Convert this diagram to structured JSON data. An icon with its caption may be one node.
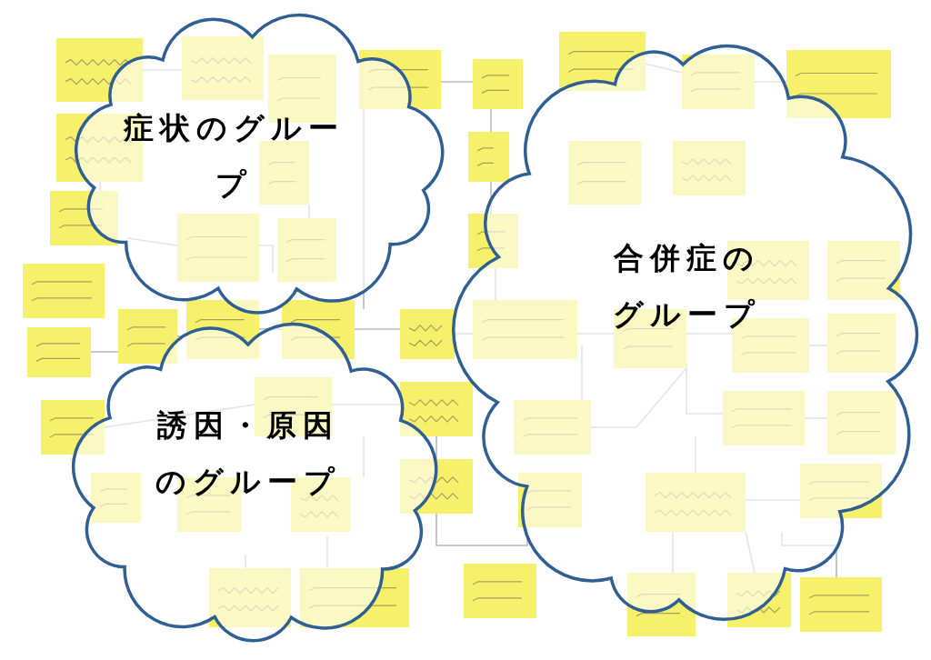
{
  "diagram": {
    "nodes": [
      {
        "text": [
          "症状のグループ"
        ]
      },
      {
        "text": [
          "誘因・原因のグループ"
        ]
      },
      {
        "text": [
          "合併症のグループ"
        ]
      }
    ]
  }
}
